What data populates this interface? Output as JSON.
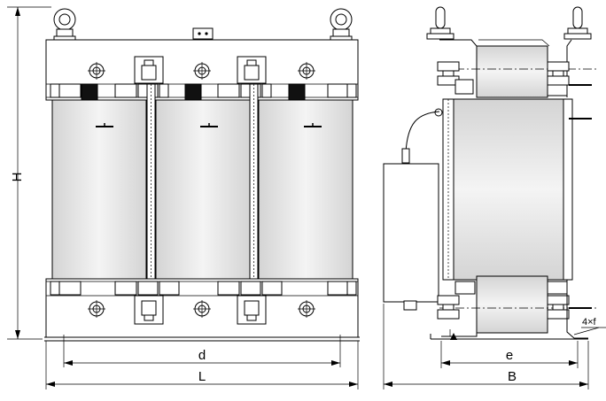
{
  "dimensions": {
    "height_label": "H",
    "core_pitch_label": "d",
    "length_label": "L",
    "mount_spacing_label": "e",
    "width_label": "B",
    "hole_label": "4×f"
  },
  "colors": {
    "line": "#000000",
    "coil_light": "#f2f2f2",
    "coil_dark": "#d0d0d0",
    "background": "#ffffff"
  }
}
